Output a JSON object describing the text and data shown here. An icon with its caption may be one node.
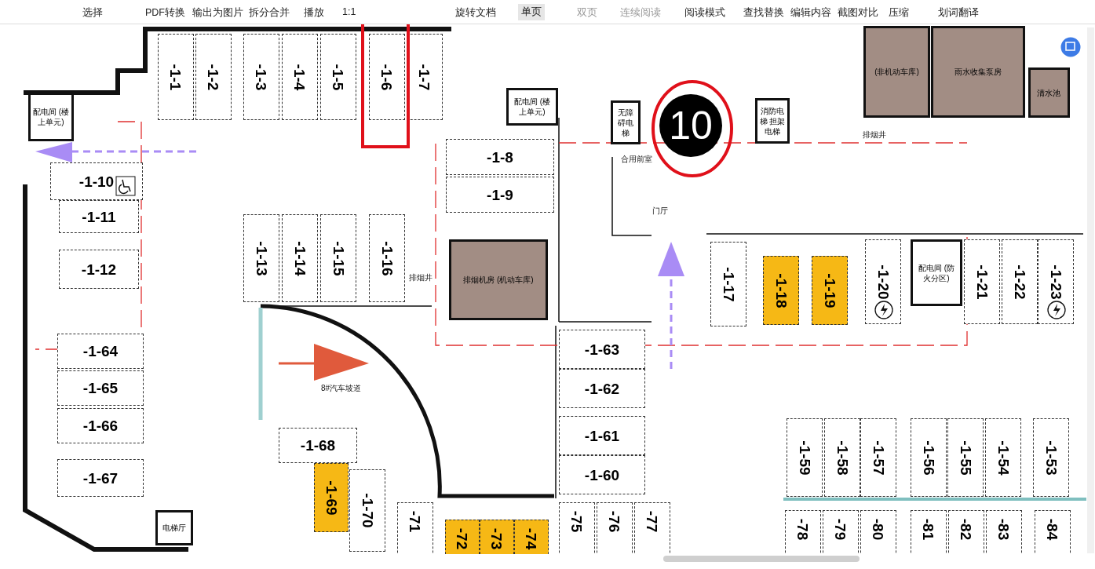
{
  "diagram": {
    "nodes": [
      {
        "text": [
          "-1-1"
        ]
      },
      {
        "text": [
          "-1-2"
        ]
      },
      {
        "text": [
          "-1-3"
        ]
      },
      {
        "text": [
          "-1-4"
        ]
      },
      {
        "text": [
          "-1-5"
        ]
      },
      {
        "text": [
          "-1-6"
        ]
      },
      {
        "text": [
          "-1-7"
        ]
      },
      {
        "text": [
          "-1-8"
        ]
      },
      {
        "text": [
          "-1-9"
        ]
      },
      {
        "text": [
          "-1-10"
        ]
      },
      {
        "text": [
          "-1-11"
        ]
      },
      {
        "text": [
          "-1-12"
        ]
      },
      {
        "text": [
          "-1-13"
        ]
      },
      {
        "text": [
          "-1-14"
        ]
      },
      {
        "text": [
          "-1-15"
        ]
      },
      {
        "text": [
          "-1-16"
        ]
      },
      {
        "text": [
          "-1-17"
        ]
      },
      {
        "text": [
          "-1-18"
        ]
      },
      {
        "text": [
          "-1-19"
        ]
      },
      {
        "text": [
          "-1-20"
        ]
      },
      {
        "text": [
          "-1-21"
        ]
      },
      {
        "text": [
          "-1-22"
        ]
      },
      {
        "text": [
          "-1-23"
        ]
      },
      {
        "text": [
          "-1-63"
        ]
      },
      {
        "text": [
          "-1-62"
        ]
      },
      {
        "text": [
          "-1-61"
        ]
      },
      {
        "text": [
          "-1-60"
        ]
      },
      {
        "text": [
          "-1-64"
        ]
      },
      {
        "text": [
          "-1-65"
        ]
      },
      {
        "text": [
          "-1-66"
        ]
      },
      {
        "text": [
          "-1-67"
        ]
      },
      {
        "text": [
          "-1-68"
        ]
      },
      {
        "text": [
          "-1-69"
        ]
      },
      {
        "text": [
          "-1-70"
        ]
      },
      {
        "text": [
          "-1-59"
        ]
      },
      {
        "text": [
          "-1-58"
        ]
      },
      {
        "text": [
          "-1-57"
        ]
      },
      {
        "text": [
          "-1-56"
        ]
      },
      {
        "text": [
          "-1-55"
        ]
      },
      {
        "text": [
          "-1-54"
        ]
      },
      {
        "text": [
          "-1-53"
        ]
      },
      {
        "text": [
          "-71"
        ]
      },
      {
        "text": [
          "-72"
        ]
      },
      {
        "text": [
          "-73"
        ]
      },
      {
        "text": [
          "-74"
        ]
      },
      {
        "text": [
          "-75"
        ]
      },
      {
        "text": [
          "-76"
        ]
      },
      {
        "text": [
          "-77"
        ]
      },
      {
        "text": [
          "-78"
        ]
      },
      {
        "text": [
          "-79"
        ]
      },
      {
        "text": [
          "-80"
        ]
      },
      {
        "text": [
          "-81"
        ]
      },
      {
        "text": [
          "-82"
        ]
      },
      {
        "text": [
          "-83"
        ]
      },
      {
        "text": [
          "-84"
        ]
      },
      {
        "text": [
          "配电间 (楼上单元)"
        ]
      },
      {
        "text": [
          "配电间 (楼上单元)"
        ]
      },
      {
        "text": [
          "无障碍电梯"
        ]
      },
      {
        "text": [
          "10"
        ]
      },
      {
        "text": [
          "消防电梯 担架电梯"
        ]
      },
      {
        "text": [
          "排烟机房 (机动车库)"
        ]
      },
      {
        "text": [
          "(非机动车库)"
        ]
      },
      {
        "text": [
          "雨水收集泵房"
        ]
      },
      {
        "text": [
          "清水池"
        ]
      },
      {
        "text": [
          "配电间 (防火分区)"
        ]
      },
      {
        "text": [
          "电梯厅"
        ]
      }
    ],
    "labels": [
      "选择",
      "PDF转换",
      "输出为图片",
      "拆分合并",
      "播放",
      "1:1",
      "旋转文档",
      "单页",
      "双页",
      "连续阅读",
      "阅读模式",
      "查找替换",
      "编辑内容",
      "截图对比",
      "压缩",
      "划词翻译",
      "合用前室",
      "门厅",
      "排烟井",
      "排烟井",
      "8#汽车坡道"
    ]
  }
}
